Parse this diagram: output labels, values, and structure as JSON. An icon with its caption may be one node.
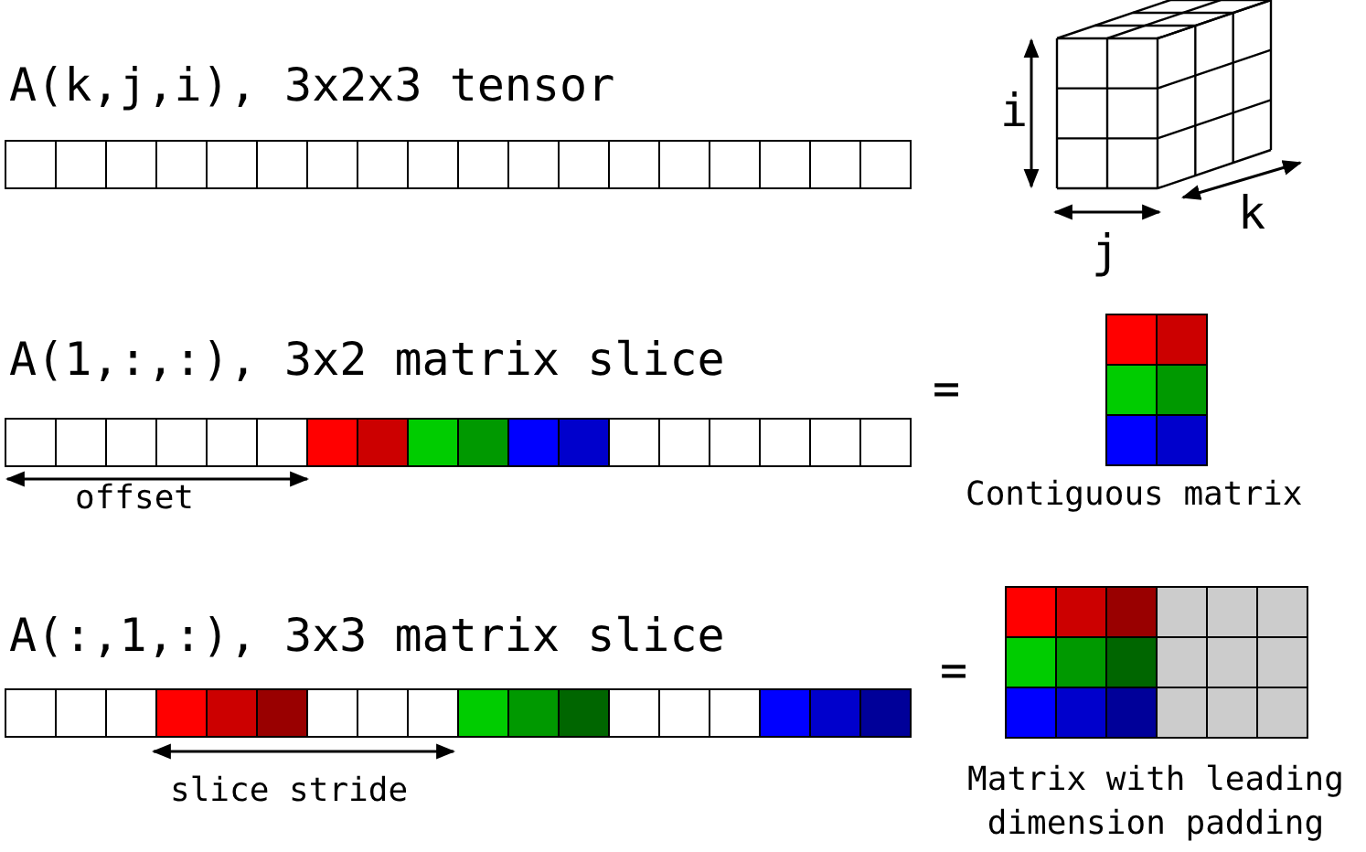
{
  "diagram": {
    "labels": [
      "A(k,j,i), 3x2x3 tensor",
      "i",
      "k",
      "j",
      "A(1,:,:), 3x2 matrix slice",
      "=",
      "offset",
      "Contiguous matrix",
      "A(:,1,:), 3x3 matrix slice",
      "=",
      "slice stride",
      "Matrix with leading dimension padding"
    ]
  }
}
